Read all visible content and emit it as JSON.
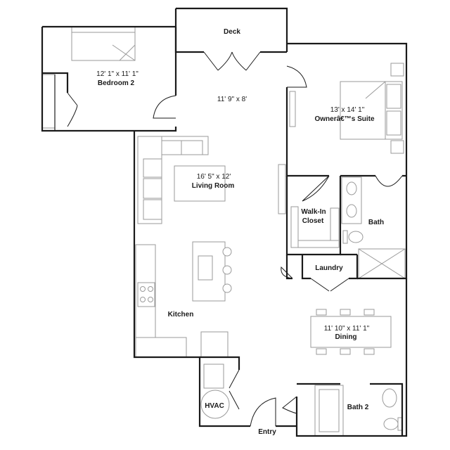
{
  "rooms": {
    "deck": {
      "label": "Deck"
    },
    "bedroom2": {
      "dims": "12' 1\" x 11' 1\"",
      "label": "Bedroom 2"
    },
    "hall": {
      "dims": "11' 9\" x 8'"
    },
    "owners_suite": {
      "dims": "13' x 14' 1\"",
      "label": "Ownerâ€™s Suite"
    },
    "living_room": {
      "dims": "16' 5\" x 12'",
      "label": "Living Room"
    },
    "walk_in_closet": {
      "label_line1": "Walk-In",
      "label_line2": "Closet"
    },
    "bath": {
      "label": "Bath"
    },
    "laundry": {
      "label": "Laundry"
    },
    "kitchen": {
      "label": "Kitchen"
    },
    "dining": {
      "dims": "11' 10\" x 11' 1\"",
      "label": "Dining"
    },
    "hvac": {
      "label": "HVAC"
    },
    "bath2": {
      "label": "Bath 2"
    },
    "entry": {
      "label": "Entry"
    }
  },
  "colors": {
    "wall": "#1a1a1a",
    "fixture": "#9a9a9a",
    "background": "#ffffff"
  }
}
